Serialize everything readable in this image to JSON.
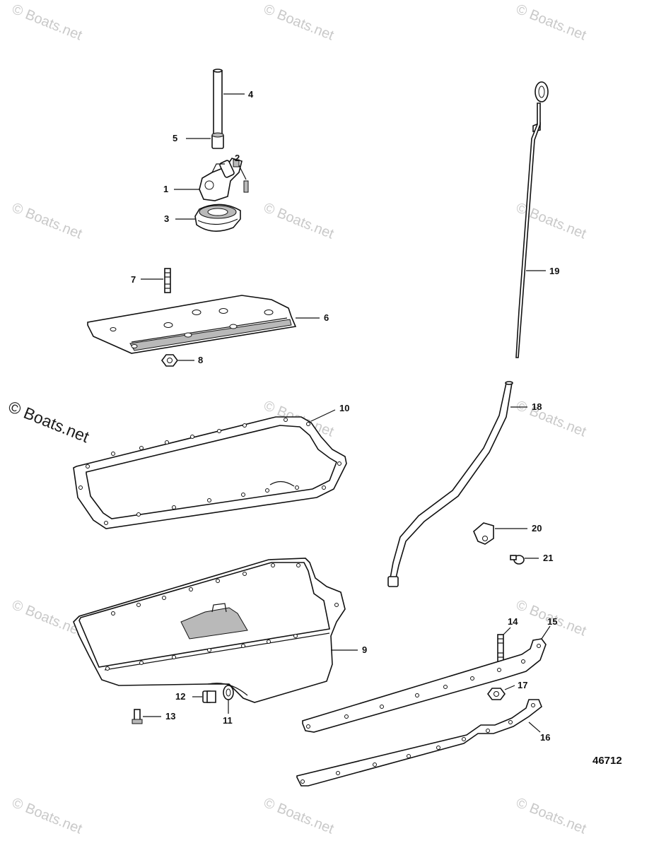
{
  "watermarks": {
    "text": "© Boats.net",
    "featured_text": "© Boats.net"
  },
  "diagram_number": "46712",
  "callouts": {
    "c1": "1",
    "c2": "2",
    "c3": "3",
    "c4": "4",
    "c5": "5",
    "c6": "6",
    "c7": "7",
    "c8": "8",
    "c9": "9",
    "c10": "10",
    "c11": "11",
    "c12": "12",
    "c13": "13",
    "c14": "14",
    "c15": "15",
    "c16": "16",
    "c17": "17",
    "c18": "18",
    "c19": "19",
    "c20": "20",
    "c21": "21"
  }
}
